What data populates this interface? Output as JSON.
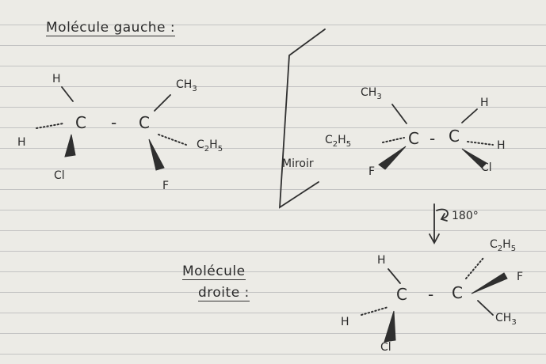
{
  "titles": {
    "left_molecule": "Molécule gauche :",
    "right_molecule_line1": "Molécule",
    "right_molecule_line2": "droite :"
  },
  "mirror_label": "Miroir",
  "rotation_label": "180°",
  "left_molecule": {
    "c1": "C",
    "c2": "C",
    "bond": "-",
    "h_top": "H",
    "h_left": "H",
    "cl": "Cl",
    "f": "F",
    "ch3": {
      "main": "CH",
      "sub": "3"
    },
    "c2h5": {
      "c": "C",
      "s1": "2",
      "h": "H",
      "s2": "5"
    }
  },
  "mirror_molecule": {
    "c1": "C",
    "c2": "C",
    "bond": "-",
    "ch3": {
      "main": "CH",
      "sub": "3"
    },
    "c2h5": {
      "c": "C",
      "s1": "2",
      "h": "H",
      "s2": "5"
    },
    "f": "F",
    "h_top": "H",
    "h_right": "H",
    "cl": "Cl"
  },
  "right_molecule": {
    "c1": "C",
    "c2": "C",
    "bond": "-",
    "h_top": "H",
    "h_left": "H",
    "cl": "Cl",
    "c2h5": {
      "c": "C",
      "s1": "2",
      "h": "H",
      "s2": "5"
    },
    "f": "F",
    "ch3": {
      "main": "CH",
      "sub": "3"
    }
  }
}
